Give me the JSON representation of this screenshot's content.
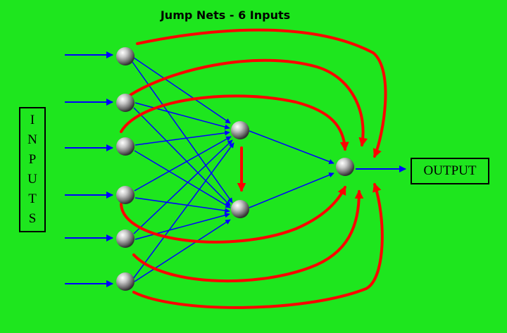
{
  "title": "Jump Nets - 6 Inputs",
  "inputs_label_letters": [
    "I",
    "N",
    "P",
    "U",
    "T",
    "S"
  ],
  "output_label": "OUTPUT",
  "colors": {
    "background": "#1ee61e",
    "connection": "#0000ff",
    "jump_connection": "#ff0000",
    "node": "#9a9a9a"
  }
}
